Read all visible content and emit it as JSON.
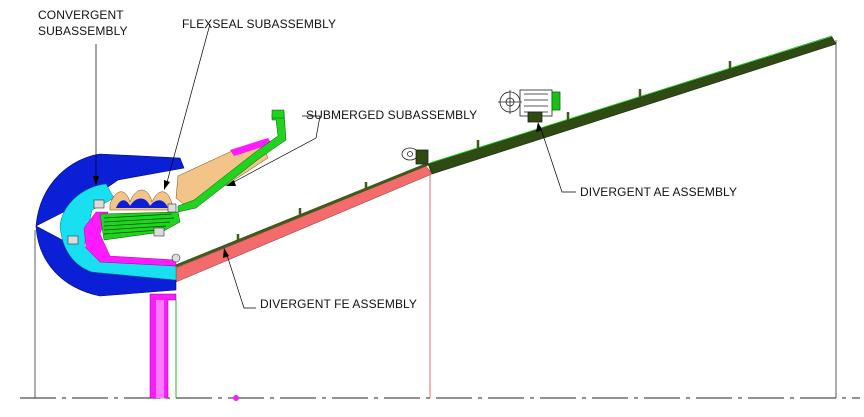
{
  "labels": {
    "convergent_line1": "CONVERGENT",
    "convergent_line2": "SUBASSEMBLY",
    "flexseal": "FLEXSEAL SUBASSEMBLY",
    "submerged": "SUBMERGED SUBASSEMBLY",
    "divergent_ae": "DIVERGENT AE ASSEMBLY",
    "divergent_fe": "DIVERGENT FE ASSEMBLY"
  },
  "colors": {
    "convergent_blue": "#0a1fd6",
    "convergent_cyan": "#19e0f0",
    "magenta": "#ff1aff",
    "flexseal_green": "#1fd31f",
    "submerged_tan": "#f2c488",
    "divergent_fe_salmon": "#f46b6b",
    "divergent_ae_olive": "#2f4a12",
    "leader": "#000000",
    "axis": "#222222",
    "joint_line": "#e04848"
  }
}
